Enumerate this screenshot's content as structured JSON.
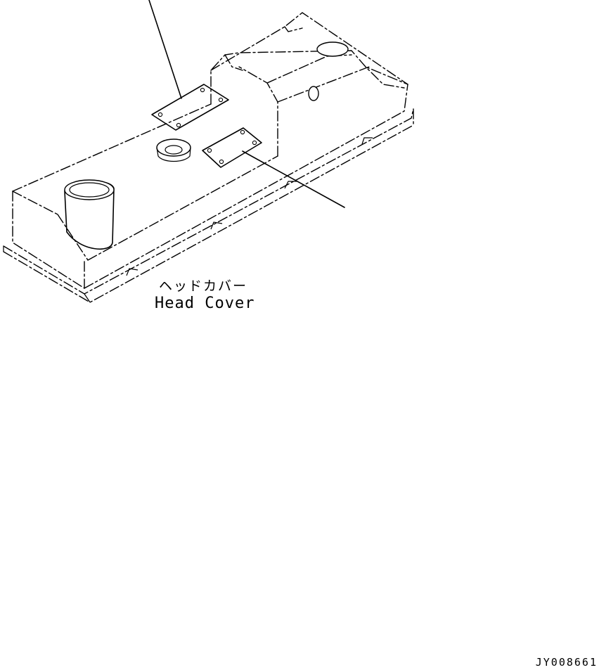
{
  "figure": {
    "part_label_jp": "ヘッドカバー",
    "part_label_en": "Head Cover",
    "drawing_code": "JY008661"
  },
  "colors": {
    "line": "#000000",
    "background": "#ffffff"
  }
}
